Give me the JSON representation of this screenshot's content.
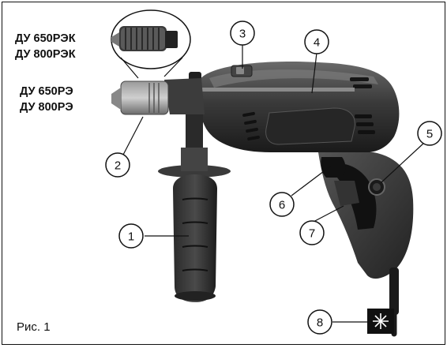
{
  "figure": {
    "models": {
      "with_keyless_chuck": [
        "ДУ 650РЭК",
        "ДУ 800РЭК"
      ],
      "with_key_chuck": [
        "ДУ 650РЭ",
        "ДУ 800РЭ"
      ]
    },
    "callouts": [
      "1",
      "2",
      "3",
      "4",
      "5",
      "6",
      "7",
      "8"
    ],
    "caption": "Рис. 1"
  }
}
